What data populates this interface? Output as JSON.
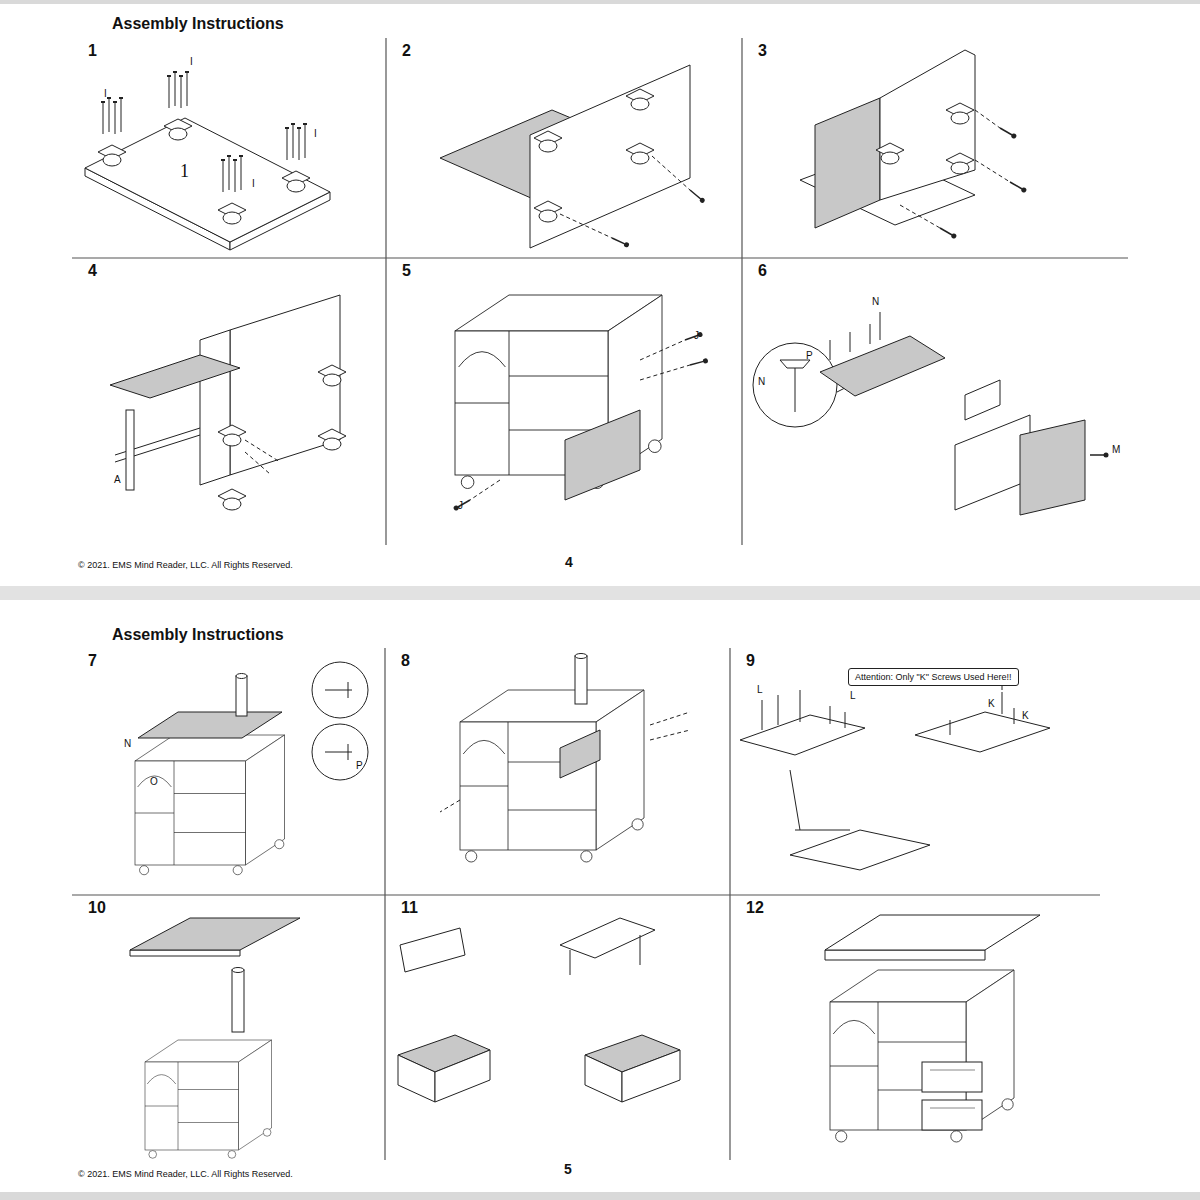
{
  "diagram": {
    "nodes": [
      {
        "text": [
          "1"
        ]
      },
      {
        "text": [
          "2"
        ]
      },
      {
        "text": [
          "3"
        ]
      },
      {
        "text": [
          "4"
        ]
      },
      {
        "text": [
          "5"
        ]
      },
      {
        "text": [
          "6"
        ]
      },
      {
        "text": [
          "7"
        ]
      },
      {
        "text": [
          "8"
        ]
      },
      {
        "text": [
          "9"
        ]
      },
      {
        "text": [
          "10"
        ]
      },
      {
        "text": [
          "11"
        ]
      },
      {
        "text": [
          "12"
        ]
      },
      {
        "text": [
          "Attention: Only \"K\" Screws Used Here!!"
        ],
        "in": 8
      }
    ],
    "labels": [
      "Assembly Instructions",
      "© 2021. EMS Mind Reader, LLC. All Rights Reserved.",
      "4",
      "Assembly Instructions",
      "© 2021. EMS Mind Reader, LLC. All Rights Reserved.",
      "5",
      "I",
      "I",
      "I",
      "I",
      "1",
      "A",
      "N",
      "P",
      "N",
      "M",
      "N",
      "O",
      "P",
      "L",
      "L",
      "K",
      "K",
      "J",
      "J"
    ]
  }
}
